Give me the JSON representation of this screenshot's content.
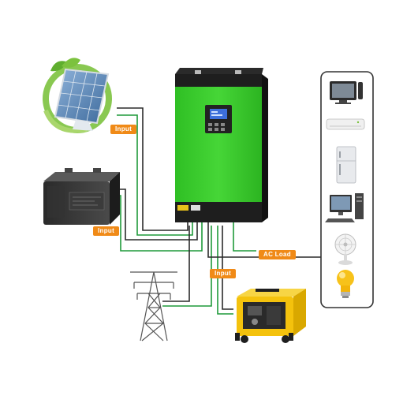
{
  "labels": {
    "solar_input": "Input",
    "battery_input": "Input",
    "grid_input": "Input",
    "ac_load": "AC Load"
  },
  "colors": {
    "inverter_green": "#3ecf2f",
    "inverter_black": "#1e1e1e",
    "label_orange": "#f08a17",
    "wire_green": "#1f9a3a",
    "wire_black": "#2b2b2b",
    "load_box_border": "#333333",
    "generator_yellow": "#f4c20d"
  },
  "icons": {
    "source": [
      "solar-panel-icon",
      "battery-icon",
      "power-tower-icon",
      "generator-icon"
    ],
    "device": [
      "inverter-icon"
    ],
    "loads": [
      "tv-icon",
      "air-conditioner-icon",
      "refrigerator-icon",
      "computer-icon",
      "fan-icon",
      "light-bulb-icon"
    ]
  }
}
